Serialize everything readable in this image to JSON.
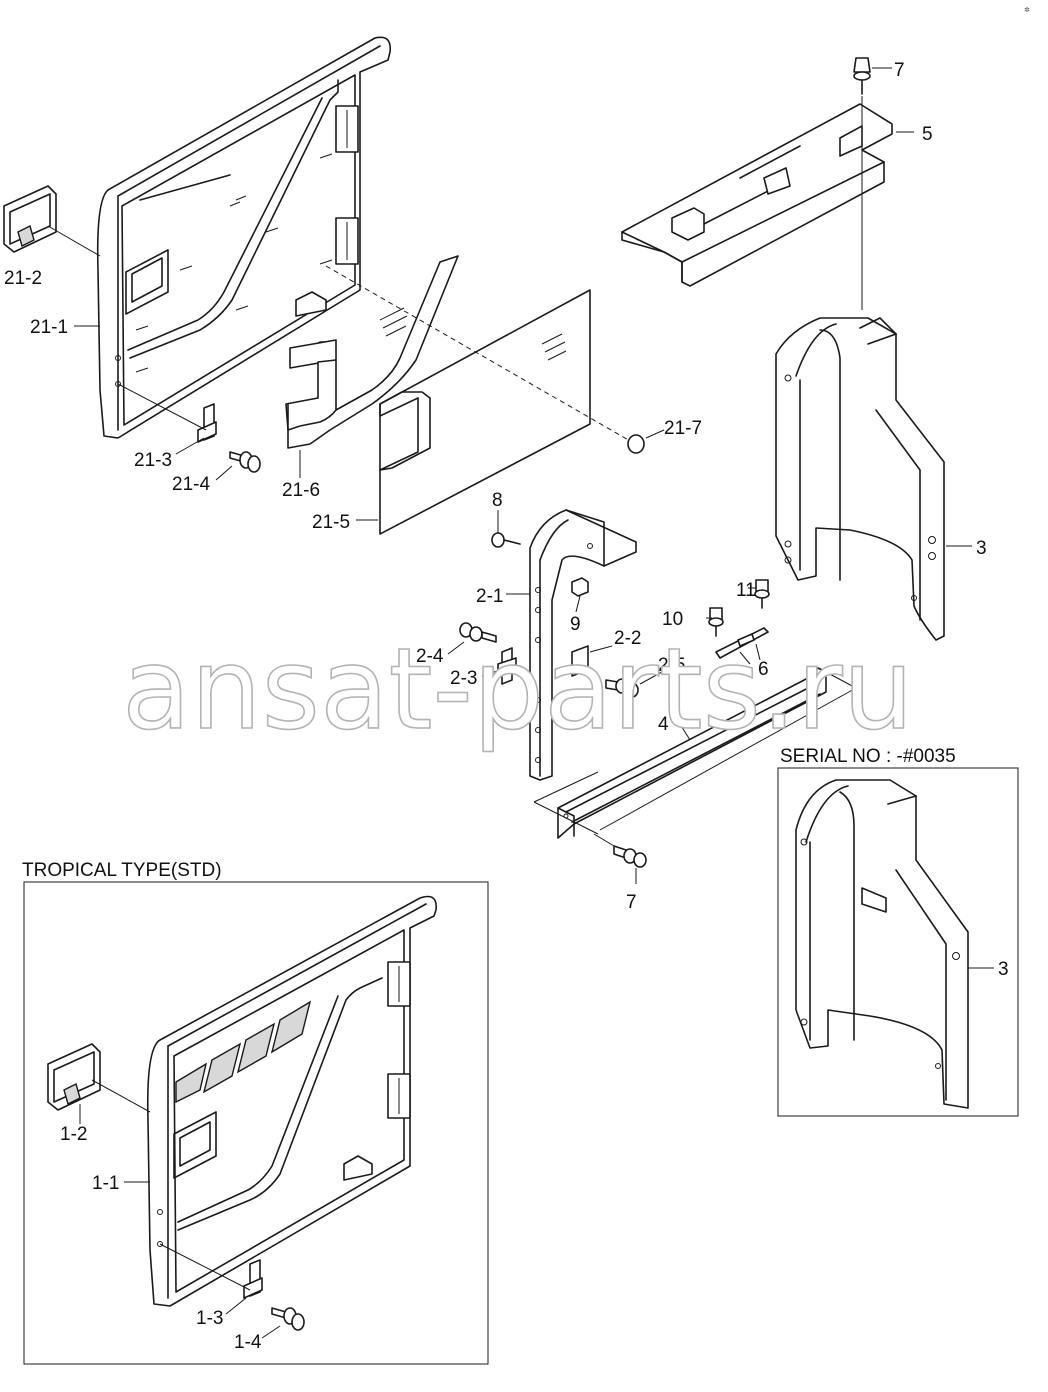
{
  "corner_mark": "✲ ",
  "watermark": "ansat-parts.ru",
  "headers": {
    "tropical": "TROPICAL TYPE(STD)",
    "serial": "SERIAL NO : -#0035"
  },
  "labels": {
    "p7_top": "7",
    "p5": "5",
    "p21_2": "21-2",
    "p21_1": "21-1",
    "p21_3": "21-3",
    "p21_4": "21-4",
    "p21_6": "21-6",
    "p21_5": "21-5",
    "p21_7": "21-7",
    "p3_main": "3",
    "p8": "8",
    "p2_1": "2-1",
    "p9": "9",
    "p2_2": "2-2",
    "p2_4": "2-4",
    "p2_3": "2-3",
    "p2_5": "2-5",
    "p11": "11",
    "p10": "10",
    "p6": "6",
    "p4": "4",
    "p7_bottom": "7",
    "p3_inset": "3",
    "p1_2": "1-2",
    "p1_1": "1-1",
    "p1_3": "1-3",
    "p1_4": "1-4"
  }
}
